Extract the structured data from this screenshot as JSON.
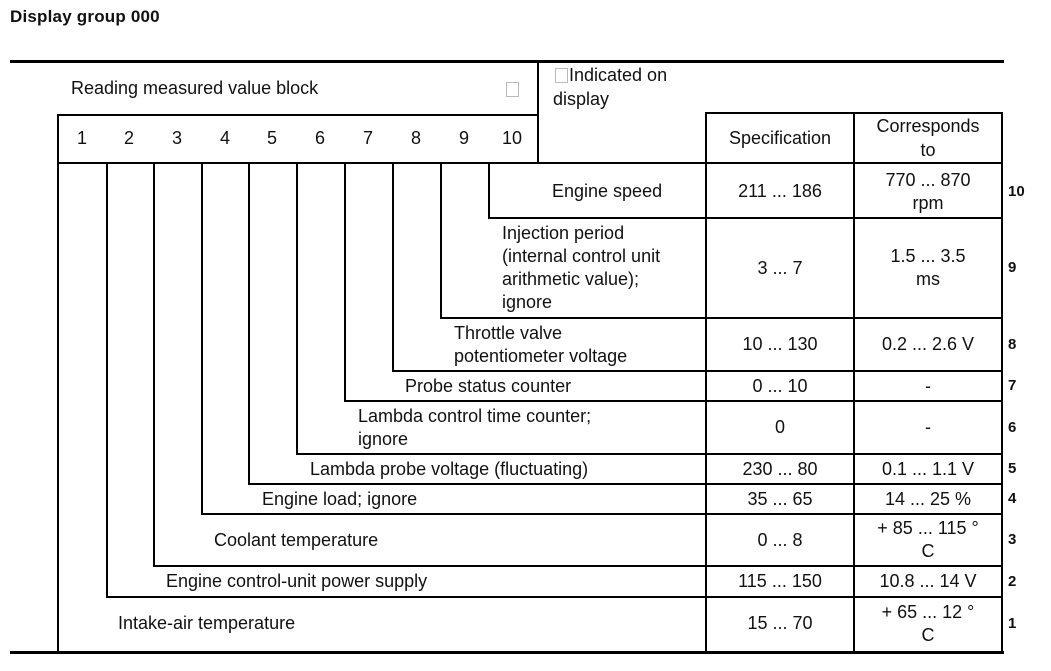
{
  "title": "Display group 000",
  "header": {
    "reading_block": "Reading measured value block",
    "indicated": [
      "Indicated on",
      "display"
    ],
    "specification": "Specification",
    "corresponds": [
      "Corresponds",
      "to"
    ],
    "numbers": [
      "1",
      "2",
      "3",
      "4",
      "5",
      "6",
      "7",
      "8",
      "9",
      "10"
    ]
  },
  "rows": [
    {
      "num": "10",
      "label": [
        "Engine speed"
      ],
      "spec": "211 ... 186",
      "corr": [
        "770 ... 870",
        "rpm"
      ]
    },
    {
      "num": "9",
      "label": [
        "Injection period",
        "(internal control unit",
        "arithmetic value);",
        "ignore"
      ],
      "spec": "3 ... 7",
      "corr": [
        "1.5 ... 3.5",
        "ms"
      ]
    },
    {
      "num": "8",
      "label": [
        "Throttle valve",
        "potentiometer voltage"
      ],
      "spec": "10 ... 130",
      "corr": [
        "0.2 ... 2.6 V"
      ]
    },
    {
      "num": "7",
      "label": [
        "Probe status counter"
      ],
      "spec": "0 ... 10",
      "corr": [
        "-"
      ]
    },
    {
      "num": "6",
      "label": [
        "Lambda control time counter;",
        "ignore"
      ],
      "spec": "0",
      "corr": [
        "-"
      ]
    },
    {
      "num": "5",
      "label": [
        "Lambda probe voltage (fluctuating)"
      ],
      "spec": "230 ... 80",
      "corr": [
        "0.1 ... 1.1 V"
      ]
    },
    {
      "num": "4",
      "label": [
        "Engine load; ignore"
      ],
      "spec": "35 ... 65",
      "corr": [
        "14 ... 25 %"
      ]
    },
    {
      "num": "3",
      "label": [
        "Coolant temperature"
      ],
      "spec": "0 ... 8",
      "corr": [
        "+ 85 ... 115 °",
        "C"
      ]
    },
    {
      "num": "2",
      "label": [
        "Engine control-unit power supply"
      ],
      "spec": "115 ... 150",
      "corr": [
        "10.8 ... 14 V"
      ]
    },
    {
      "num": "1",
      "label": [
        "Intake-air temperature"
      ],
      "spec": "15 ... 70",
      "corr": [
        "+ 65 ... 12 °",
        "C"
      ]
    }
  ]
}
